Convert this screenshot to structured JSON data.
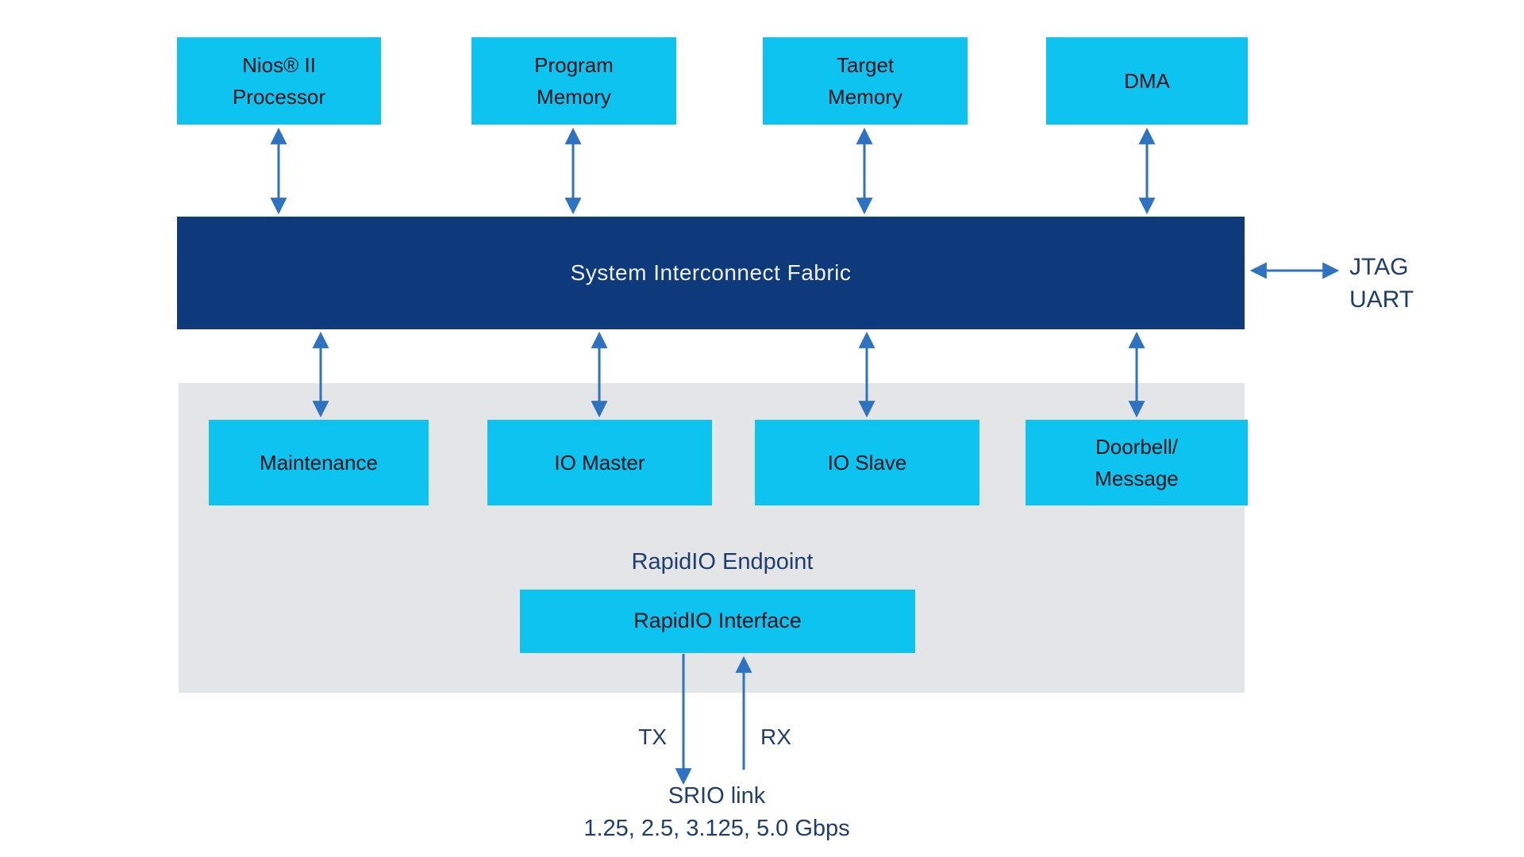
{
  "top_blocks": [
    {
      "label": "Nios® II\nProcessor"
    },
    {
      "label": "Program\nMemory"
    },
    {
      "label": "Target\nMemory"
    },
    {
      "label": "DMA"
    }
  ],
  "fabric": {
    "label": "System Interconnect Fabric"
  },
  "jtag": {
    "label": "JTAG\nUART"
  },
  "endpoint_blocks": [
    {
      "label": "Maintenance"
    },
    {
      "label": "IO Master"
    },
    {
      "label": "IO Slave"
    },
    {
      "label": "Doorbell/\nMessage"
    }
  ],
  "endpoint": {
    "title": "RapidIO Endpoint"
  },
  "interface": {
    "label": "RapidIO Interface"
  },
  "serial_link": {
    "tx_label": "TX",
    "rx_label": "RX",
    "name": "SRIO link",
    "rates": "1.25, 2.5, 3.125, 5.0 Gbps"
  },
  "colors": {
    "cyan": "#0dc3f0",
    "navy": "#0e3a7c",
    "arrow": "#2e73c2",
    "text_navy": "#1f3d6e",
    "text_dark": "#0c1118",
    "text_light": "#eef1f6",
    "panel": "#e4e5e7",
    "bg": "#ffffff"
  }
}
